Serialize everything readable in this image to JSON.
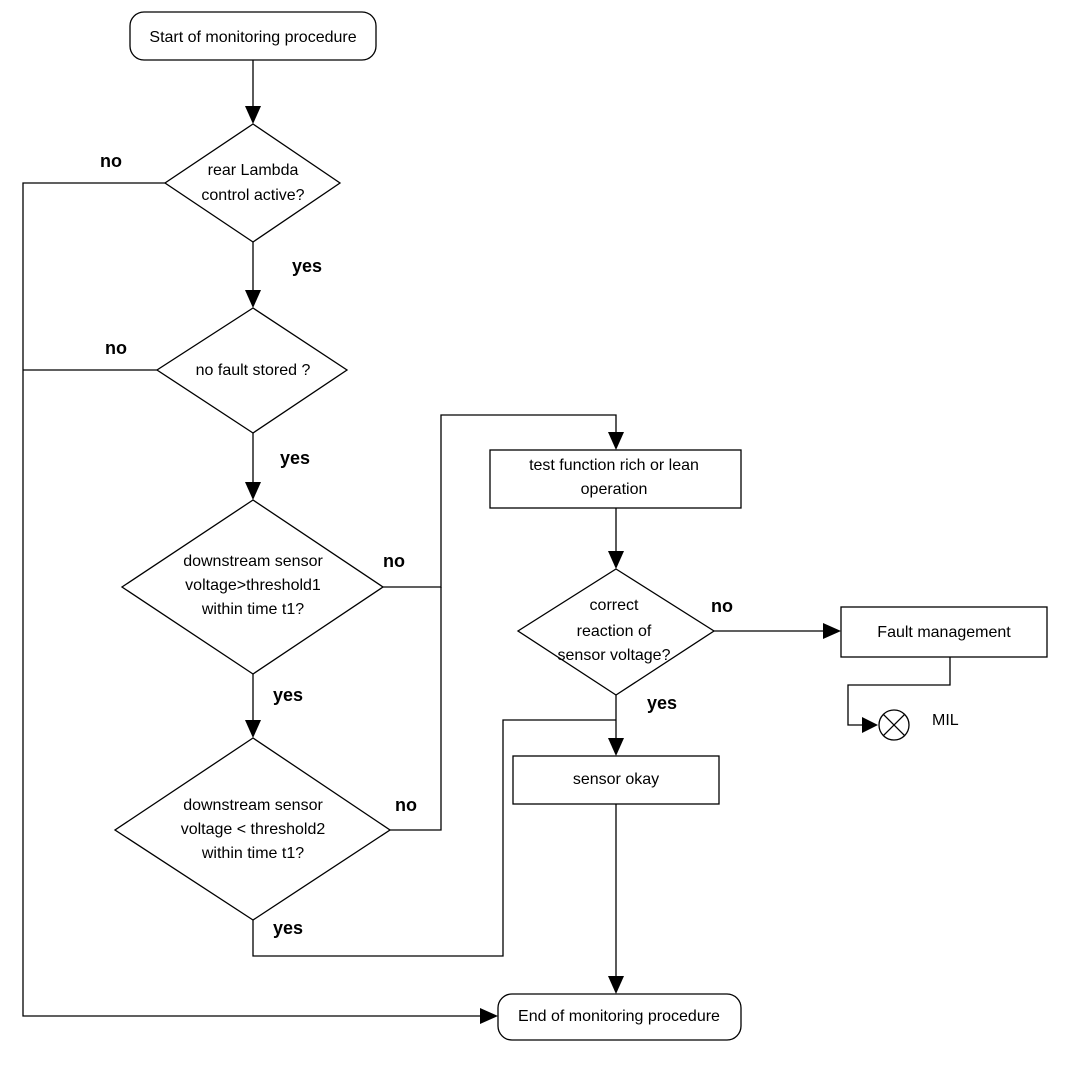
{
  "nodes": {
    "start": "Start of monitoring procedure",
    "rear_lambda": [
      "rear Lambda",
      "control active?"
    ],
    "no_fault": "no fault stored ?",
    "threshold1": [
      "downstream sensor",
      "voltage>threshold1",
      "within time t1?"
    ],
    "threshold2": [
      "downstream sensor",
      "voltage < threshold2",
      "within time t1?"
    ],
    "test_function": [
      "test function rich or lean",
      "operation"
    ],
    "correct_reaction": [
      "correct",
      "reaction of",
      "sensor voltage?"
    ],
    "fault_management": "Fault management",
    "sensor_okay": "sensor okay",
    "end": "End of monitoring procedure",
    "mil": "MIL"
  },
  "labels": {
    "no": "no",
    "yes": "yes"
  }
}
